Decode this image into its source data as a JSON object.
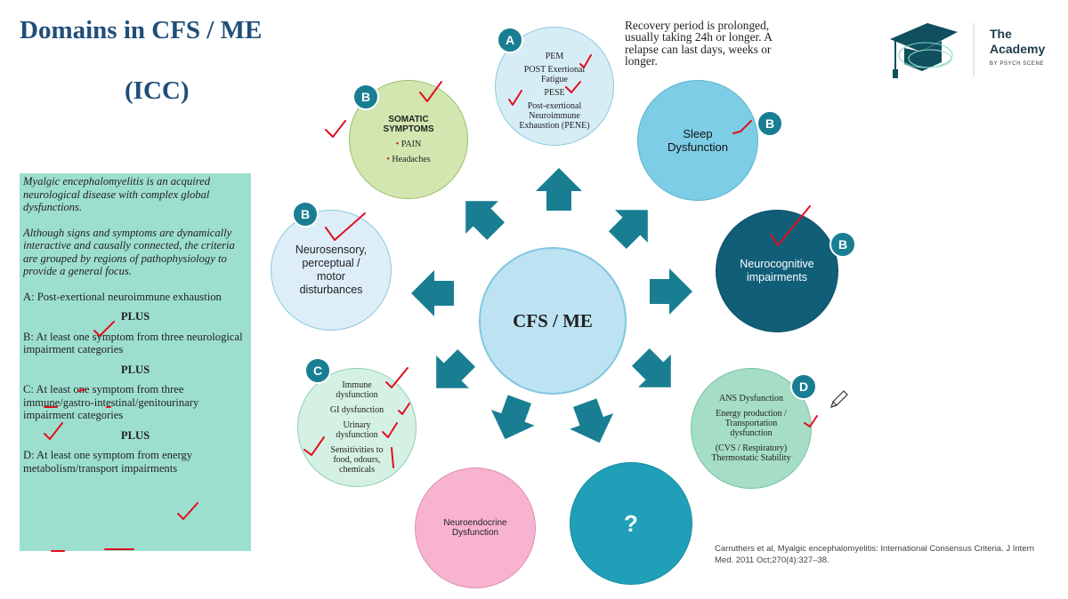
{
  "title": "Domains in CFS / ME",
  "subtitle": "(ICC)",
  "description": {
    "intro": "Myalgic encephalomyelitis is an acquired neurological disease with complex global dysfunctions.",
    "detail": "Although signs and symptoms are dynamically interactive and causally connected, the criteria are grouped by regions of pathophysiology to provide a general focus.",
    "criterion_a": "A: Post-exertional neuroimmune exhaustion",
    "plus": "PLUS",
    "criterion_b": "B: At least one symptom from three neurological impairment categories",
    "criterion_c": "C: At least one symptom from three immune/gastro-intestinal/genitourinary impairment categories",
    "criterion_d": "D: At least one symptom from energy metabolism/transport impairments"
  },
  "center": {
    "label": "CFS / ME"
  },
  "domains": {
    "pene": {
      "badge": "A",
      "items": [
        "PEM",
        "POST Exertional Fatigue",
        "PESE",
        "Post-exertional Neuroimmune Exhaustion (PENE)"
      ]
    },
    "somatic": {
      "badge": "B",
      "heading": "SOMATIC SYMPTOMS",
      "items": [
        "PAIN",
        "Headaches"
      ]
    },
    "sleep": {
      "badge": "B",
      "label": "Sleep Dysfunction"
    },
    "neurosensory": {
      "badge": "B",
      "label": "Neurosensory, perceptual / motor disturbances"
    },
    "neurocognitive": {
      "badge": "B",
      "label": "Neurocognitive impairments"
    },
    "immune": {
      "badge": "C",
      "items": [
        "Immune dysfunction",
        "GI dysfunction",
        "Urinary dysfunction",
        "Sensitivities to food, odours, chemicals"
      ]
    },
    "ans": {
      "badge": "D",
      "items": [
        "ANS Dysfunction",
        "Energy production / Transportation dysfunction",
        "(CVS / Respiratory) Thermostatic Stability"
      ]
    },
    "neuroendocrine": {
      "label": "Neuroendocrine Dysfunction"
    },
    "unknown": {
      "label": "?"
    }
  },
  "recovery_note": "Recovery period is prolonged, usually taking 24h or longer. A relapse can last days, weeks or longer.",
  "logo": {
    "line1": "The",
    "line2": "Academy",
    "sub": "BY PSYCH SCENE"
  },
  "citation": "Carruthers et al,  Myalgic encephalomyelitis: International Consensus Criteria. J Intern Med. 2011 Oct;270(4):327–38.",
  "colors": {
    "title": "#1f4e79",
    "panel": "#9ddfcf",
    "arrow": "#1a7e93",
    "badge": "#1a7e93",
    "check": "#e01020",
    "center_fill": "#bde3f3",
    "somatic_fill": "#d3e6b0",
    "pene_fill": "#d7edf6",
    "sleep_fill": "#7ecde6",
    "neurosensory_fill": "#ddeef8",
    "neurocognitive_fill": "#115e78",
    "immune_fill": "#d5f1e4",
    "ans_fill": "#a5ddc5",
    "neuroendocrine_fill": "#f7b3cf",
    "unknown_fill": "#1fa0b8"
  }
}
